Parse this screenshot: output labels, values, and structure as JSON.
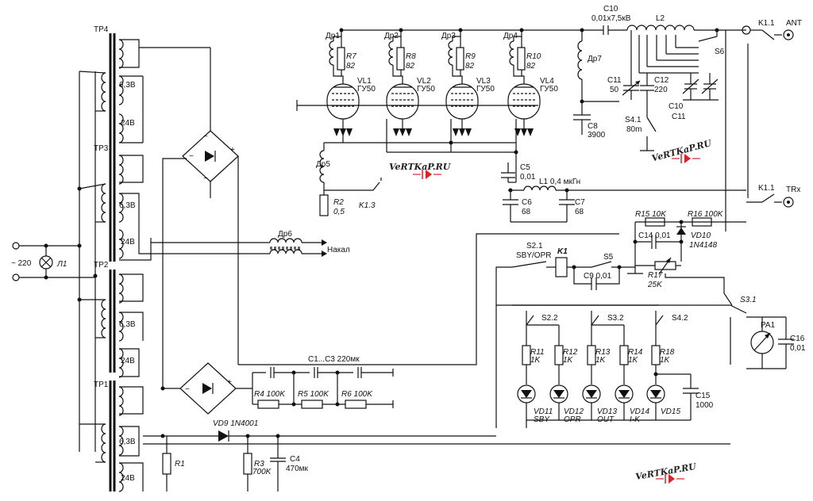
{
  "transformers": {
    "tp4": "ТР4",
    "tp3": "ТР3",
    "tp2": "ТР2",
    "tp1": "ТР1",
    "v63": "6,3В",
    "v24": "24В"
  },
  "mains": {
    "voltage": "~ 220",
    "lamp": "Л1"
  },
  "choke_dr6": "Др6",
  "filament_out": "Накал",
  "tubes": {
    "vl1": "VL1",
    "vl2": "VL2",
    "vl3": "VL3",
    "vl4": "VL4",
    "type": "ГУ50"
  },
  "anode_chokes": {
    "dr1": "Др1",
    "dr2": "Др2",
    "dr3": "Др3",
    "dr4": "Др4",
    "r7": "R7",
    "r8": "R8",
    "r9": "R9",
    "r10": "R10",
    "rval": "82"
  },
  "dr7": "Др7",
  "dr5": "Др5",
  "r2": {
    "name": "R2",
    "value": "0,5"
  },
  "k13": "K1.3",
  "c5": {
    "name": "C5",
    "value": "0,01"
  },
  "l1": "L1 0,4 мкГн",
  "c6": {
    "name": "C6",
    "value": "68"
  },
  "c7": {
    "name": "C7",
    "value": "68"
  },
  "c8": {
    "name": "C8",
    "value": "3900"
  },
  "c10": {
    "name": "C10",
    "value": "0,01x7,5кВ"
  },
  "l2": "L2",
  "c11": {
    "name": "C11",
    "value": "50"
  },
  "c12": {
    "name": "C12",
    "value": "220"
  },
  "s41": {
    "name": "S4.1",
    "value": "80m"
  },
  "c10c11": {
    "a": "C10",
    "b": "C11"
  },
  "s6": "S6",
  "k11": "K1.1",
  "ant": "ANT",
  "trx": "TRx",
  "r15": "R15  10K",
  "r16": "R16  100K",
  "c14": "C14  0,01",
  "vd10": {
    "name": "VD10",
    "value": "1N4148"
  },
  "r17": {
    "name": "R17",
    "value": "25K"
  },
  "s21": {
    "name": "S2.1",
    "value": "SBY/OPR"
  },
  "k1": "K1",
  "s5": "S5",
  "c9": "C9  0,01",
  "s31": "S3.1",
  "pa1": "PA1",
  "c16": {
    "name": "C16",
    "value": "0,01"
  },
  "s22": "S2.2",
  "s32": "S3.2",
  "s42": "S4.2",
  "led_r": {
    "r11": "R11",
    "r12": "R12",
    "r13": "R13",
    "r14": "R14",
    "r18": "R18",
    "val": "1K"
  },
  "leds": {
    "vd11": "VD11",
    "vd12": "VD12",
    "vd13": "VD13",
    "vd14": "VD14",
    "vd15": "VD15",
    "l11": "SBY",
    "l12": "OPR",
    "l13": "OUT",
    "l14": "I-K"
  },
  "c15": {
    "name": "C15",
    "value": "1000"
  },
  "caps_c1c3": "C1...C3  220мк",
  "r4": "R4 100K",
  "r5": "R5 100K",
  "r6": "R6 100K",
  "vd9": "VD9  1N4001",
  "r1": "R1",
  "r3": {
    "name": "R3",
    "value": "700K"
  },
  "c4": {
    "name": "C4",
    "value": "470мк"
  },
  "watermark": "VeRTKaP.RU",
  "colors": {
    "ink": "#111111",
    "watermark_accent": "#d8232a"
  }
}
